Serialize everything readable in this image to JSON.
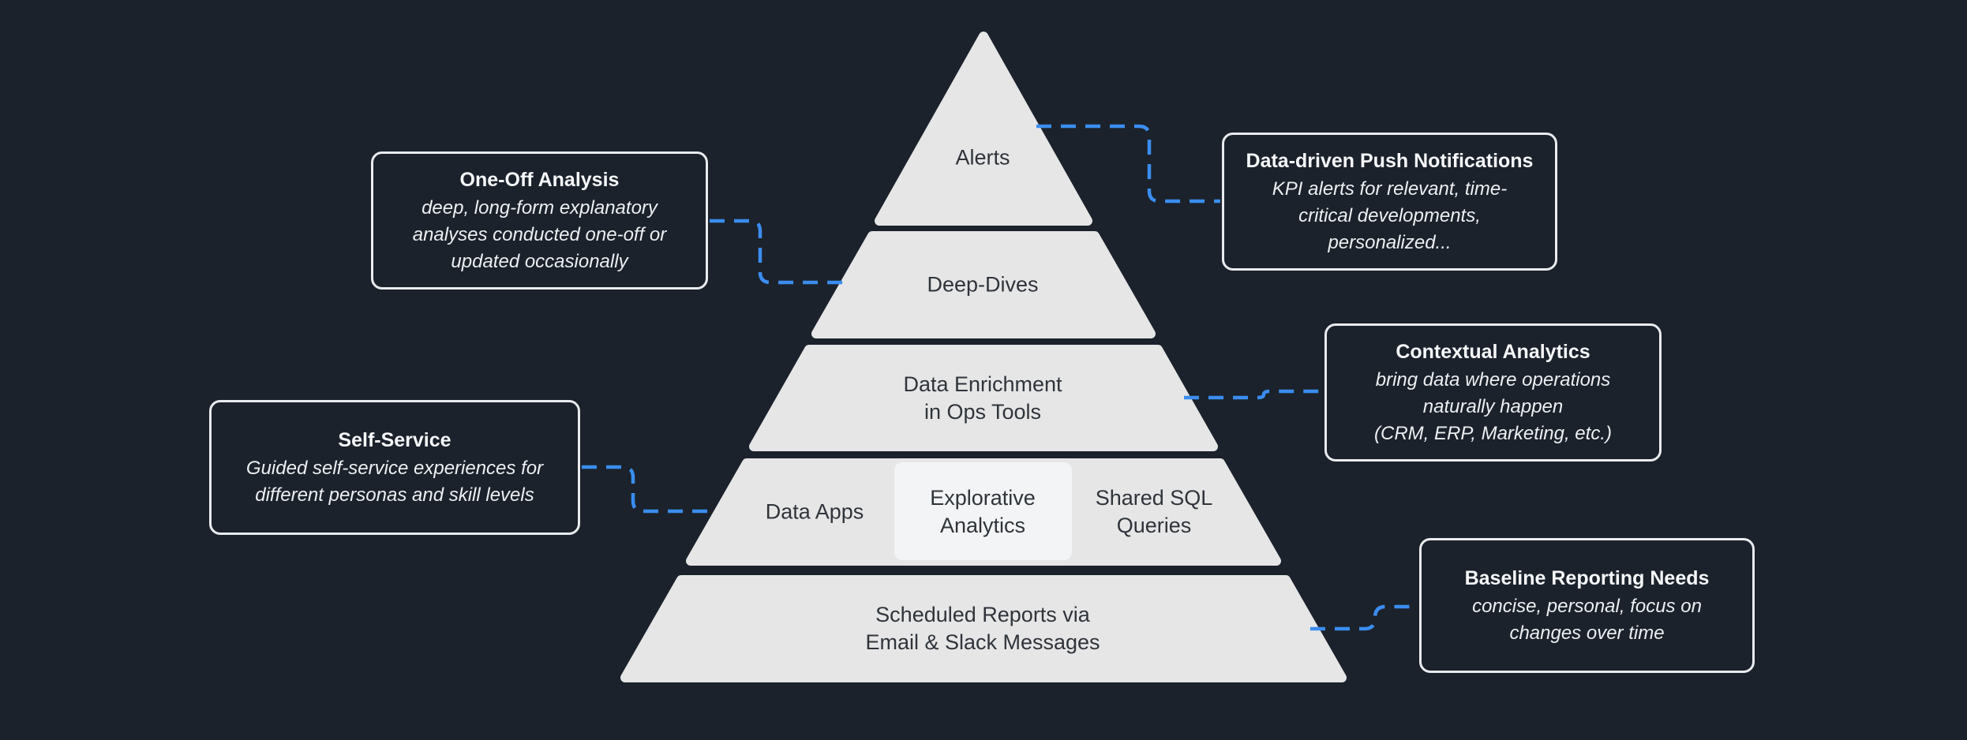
{
  "colors": {
    "bg": "#1b222b",
    "tier-fill": "#e6e6e7",
    "tier-fill-light": "#f3f4f5",
    "tier-text": "#2f343a",
    "box-border": "#e9ebee",
    "box-title": "#f7f8fa",
    "box-body": "#edeff2",
    "accent": "#3b8def"
  },
  "pyramid": {
    "tiers": [
      {
        "id": "alerts",
        "label": "Alerts"
      },
      {
        "id": "deep-dives",
        "label": "Deep-Dives"
      },
      {
        "id": "data-enrichment",
        "label": "Data Enrichment\nin Ops Tools"
      },
      {
        "id": "self-service-row",
        "segments": [
          {
            "id": "data-apps",
            "label": "Data Apps"
          },
          {
            "id": "explorative-analytics",
            "label": "Explorative\nAnalytics"
          },
          {
            "id": "shared-sql-queries",
            "label": "Shared SQL\nQueries"
          }
        ]
      },
      {
        "id": "scheduled-reports",
        "label": "Scheduled Reports via\nEmail & Slack Messages"
      }
    ]
  },
  "callouts": [
    {
      "id": "one-off-analysis",
      "title": "One-Off Analysis",
      "body": "deep, long-form explanatory\nanalyses conducted one-off or\nupdated occasionally"
    },
    {
      "id": "data-driven-push-notifications",
      "title": "Data-driven Push Notifications",
      "body": "KPI alerts for relevant, time-\ncritical developments,\npersonalized..."
    },
    {
      "id": "contextual-analytics",
      "title": "Contextual Analytics",
      "body": "bring data where operations\nnaturally happen\n(CRM, ERP, Marketing, etc.)"
    },
    {
      "id": "self-service",
      "title": "Self-Service",
      "body": "Guided self-service experiences for\ndifferent personas and skill levels"
    },
    {
      "id": "baseline-reporting-needs",
      "title": "Baseline Reporting Needs",
      "body": "concise, personal, focus on\nchanges over time"
    }
  ]
}
